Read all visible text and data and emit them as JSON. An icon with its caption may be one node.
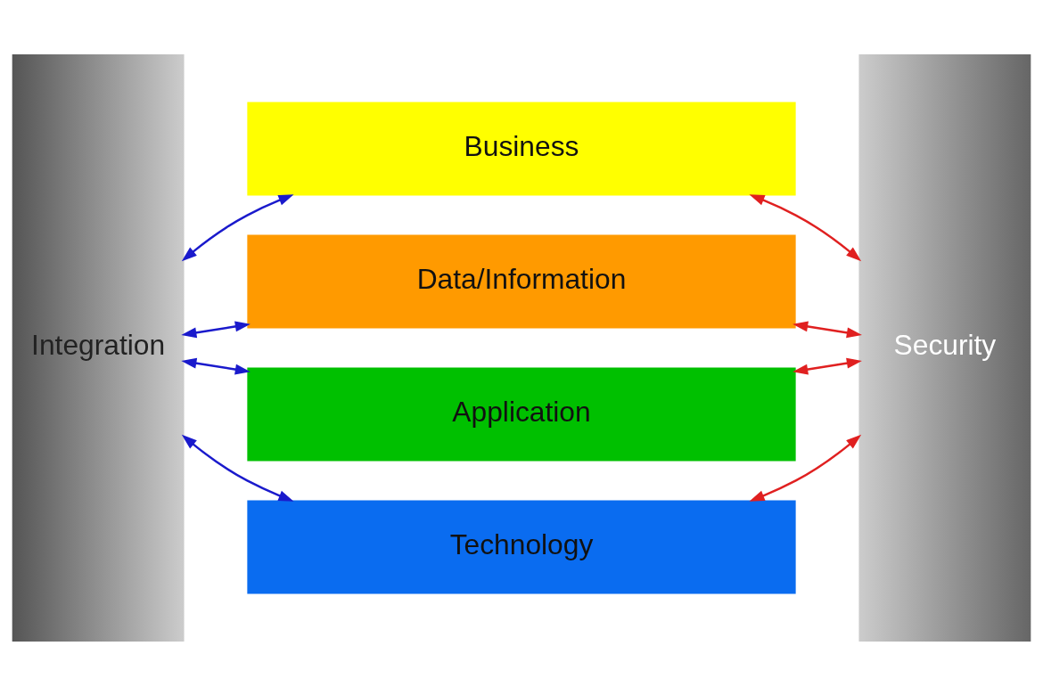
{
  "diagram": {
    "nodes": [
      {
        "text": [
          "Integration"
        ]
      },
      {
        "text": [
          "Business"
        ]
      },
      {
        "text": [
          "Data/Information"
        ]
      },
      {
        "text": [
          "Application"
        ]
      },
      {
        "text": [
          "Technology"
        ]
      },
      {
        "text": [
          "Security"
        ]
      }
    ],
    "edges": [
      {
        "from": 0,
        "to": 1,
        "arrow": "both",
        "color": "#1a1acc"
      },
      {
        "from": 1,
        "to": 5,
        "arrow": "both",
        "color": "#e02020"
      },
      {
        "from": 0,
        "to": 2,
        "arrow": "both",
        "color": "#1a1acc"
      },
      {
        "from": 2,
        "to": 5,
        "arrow": "both",
        "color": "#e02020"
      },
      {
        "from": 0,
        "to": 3,
        "arrow": "both",
        "color": "#1a1acc"
      },
      {
        "from": 3,
        "to": 5,
        "arrow": "both",
        "color": "#e02020"
      },
      {
        "from": 0,
        "to": 4,
        "arrow": "both",
        "color": "#1a1acc"
      },
      {
        "from": 4,
        "to": 5,
        "arrow": "both",
        "color": "#e02020"
      }
    ]
  }
}
